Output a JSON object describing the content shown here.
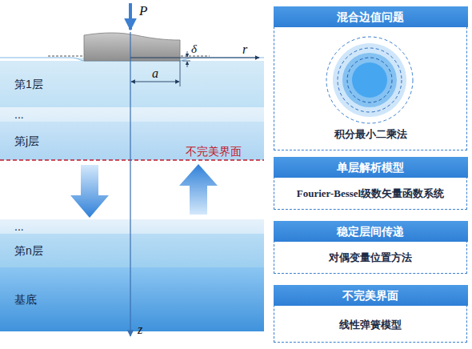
{
  "diagram": {
    "nodes": [
      {
        "text": [
          "第1层"
        ]
      },
      {
        "text": [
          "..."
        ]
      },
      {
        "text": [
          "第j层"
        ]
      },
      {
        "text": [
          "..."
        ]
      },
      {
        "text": [
          "第n层"
        ]
      },
      {
        "text": [
          "基底"
        ]
      },
      {
        "text": [
          "混合边值问题",
          "积分最小二乘法"
        ]
      },
      {
        "text": [
          "单层解析模型",
          "Fourier-Bessel级数矢量函数系统"
        ]
      },
      {
        "text": [
          "稳定层间传递",
          "对偶变量位置方法"
        ]
      },
      {
        "text": [
          "不完美界面",
          "线性弹簧模型"
        ]
      }
    ],
    "labels": [
      "P",
      "δ",
      "a",
      "r",
      "z",
      "不完美界面"
    ]
  }
}
